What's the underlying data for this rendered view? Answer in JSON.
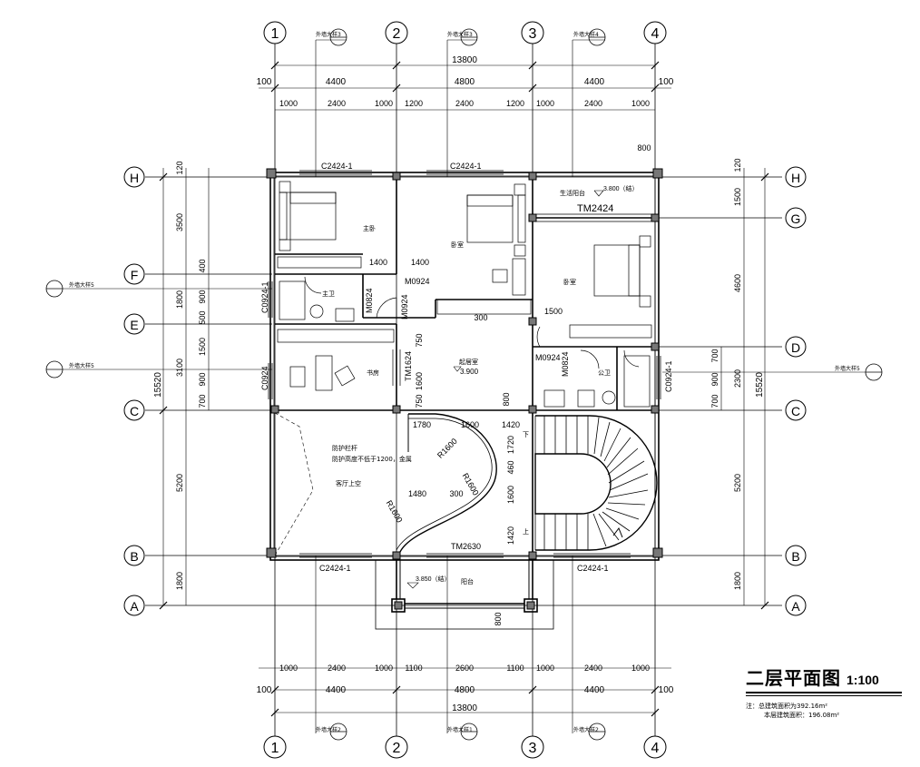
{
  "axes_x": [
    "1",
    "2",
    "3",
    "4"
  ],
  "axes_y_left": [
    "H",
    "F",
    "E",
    "C",
    "B",
    "A"
  ],
  "axes_y_right": [
    "H",
    "G",
    "D",
    "C",
    "B",
    "A"
  ],
  "dims_top": {
    "total": "13800",
    "edge_left": "100",
    "edge_right": "100",
    "bays": [
      "4400",
      "4800",
      "4400"
    ],
    "sub": [
      "1000",
      "2400",
      "1000",
      "1200",
      "2400",
      "1200",
      "1000",
      "2400",
      "1000"
    ]
  },
  "dims_bottom": {
    "total": "13800",
    "edge_left": "100",
    "edge_right": "100",
    "bays": [
      "4400",
      "4800",
      "4400"
    ],
    "sub": [
      "1000",
      "2400",
      "1000",
      "1100",
      "2600",
      "1100",
      "1000",
      "2400",
      "1000"
    ]
  },
  "dims_left": {
    "total": "15520",
    "top": "120",
    "major": [
      "3500",
      "1800",
      "3100",
      "5200",
      "1800"
    ],
    "minor": [
      "400",
      "900",
      "500",
      "1500",
      "900",
      "700"
    ]
  },
  "dims_right": {
    "total": "15520",
    "top": "120",
    "major": [
      "1500",
      "4600",
      "2300",
      "5200",
      "1800"
    ],
    "minor": [
      "700",
      "900",
      "700"
    ]
  },
  "detail_refs": {
    "top": [
      "外墙大样3",
      "外墙大样3",
      "外墙大样4"
    ],
    "bottom": [
      "外墙大样2",
      "外墙大样1",
      "外墙大样2"
    ],
    "left": [
      "外墙大样5",
      "外墙大样5"
    ],
    "right": [
      "外墙大样5"
    ]
  },
  "rooms": {
    "master": "主卧",
    "bed2": "卧室",
    "bed3": "卧室",
    "living_balcony": "生活阳台",
    "bath_master": "主卫",
    "study": "书房",
    "family": "起居室",
    "bath_public": "公卫",
    "void": "客厅上空",
    "balcony": "阳台",
    "rail1": "防护栏杆",
    "rail2": "防护高度不低于1200，金属"
  },
  "elevations": {
    "family": "3.900",
    "balcony_top": "3.800（结）",
    "balcony_front": "3.850（结）"
  },
  "windows": {
    "w1": "C2424-1",
    "w2": "C2424-1",
    "w3": "C2424-1",
    "w4": "C2424-1",
    "side1": "C0924-1",
    "side2": "C0924",
    "side3": "C0924-1"
  },
  "doors": {
    "tm2424": "TM2424",
    "tm1624": "TM1624",
    "tm2630": "TM2630",
    "m0924a": "M0924",
    "m0924b": "M0924",
    "m0924c": "M0924",
    "m0824a": "M0824",
    "m0824b": "M0824"
  },
  "inner_dims": {
    "d1400a": "1400",
    "d1400b": "1400",
    "d1600": "1600",
    "d300": "300",
    "d750a": "750",
    "d750b": "750",
    "d1500": "1500",
    "d800a": "800",
    "d800b": "800",
    "d800c": "800",
    "d1780": "1780",
    "d1600b": "1600",
    "d1420": "1420",
    "d1720": "1720",
    "d460": "460",
    "d1600c": "1600",
    "d1420b": "1420",
    "d1480": "1480",
    "d300b": "300",
    "r1": "R1600",
    "r2": "R1600",
    "r3": "R1600"
  },
  "stair_up": "上",
  "stair_dn": "下",
  "title": "二层平面图",
  "scale": "1:100",
  "note_line1": "注：总建筑面积为392.16m²",
  "note_line2": "本层建筑面积：196.08m²"
}
